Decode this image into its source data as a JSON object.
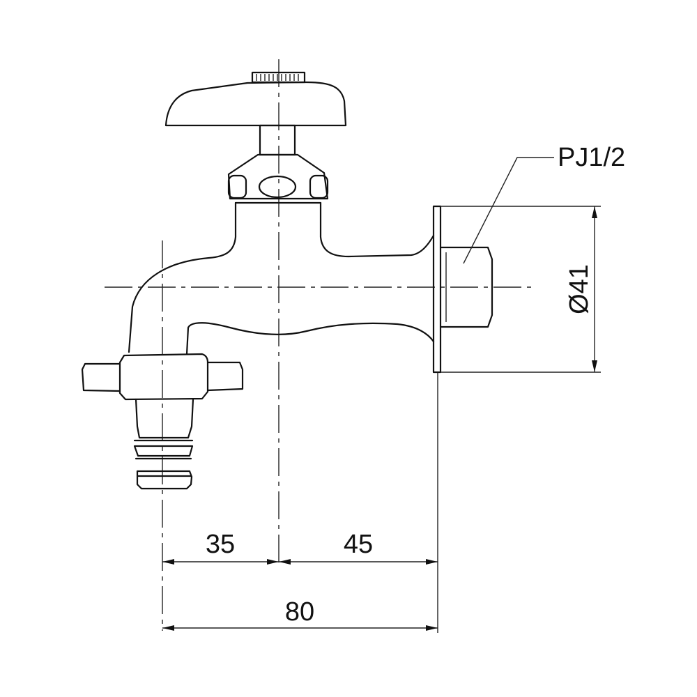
{
  "drawing": {
    "thread_label": "PJ1/2",
    "diameter_label": "Ø41",
    "dimensions": {
      "left_offset": "35",
      "right_offset": "45",
      "total": "80"
    },
    "line_color": "#111111",
    "background": "#ffffff"
  }
}
